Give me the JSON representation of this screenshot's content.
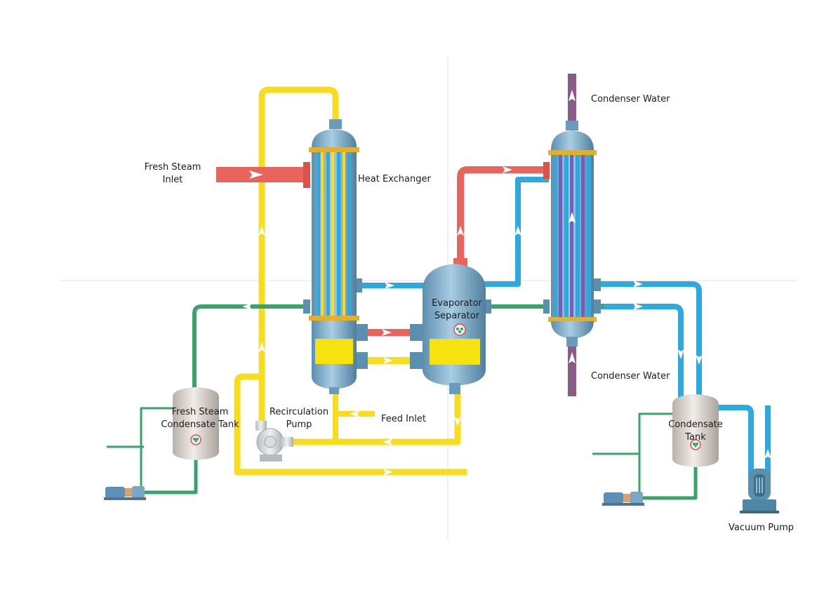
{
  "colors": {
    "steam": "#e8645c",
    "liquor": "#f7dc22",
    "water": "#2ea9df",
    "condensate": "#3aa36b",
    "cooling_inlet": "#8c5a86",
    "vessel": "#6fa6c8",
    "flange": "#e0b12e",
    "tank": "#d8d2cc",
    "background": "#ffffff"
  },
  "icons": [
    "pump-icon",
    "motor-pump-icon",
    "vacuum-pump-icon",
    "flow-arrow-icon",
    "sight-glass-icon"
  ],
  "labels": {
    "fresh_steam_inlet_1": "Fresh Steam",
    "fresh_steam_inlet_2": "Inlet",
    "heat_exchanger": "Heat Exchanger",
    "condenser_water_top": "Condenser Water",
    "condenser_water_bottom": "Condenser Water",
    "evaporator_1": "Evaporator",
    "evaporator_2": "Separator",
    "fresh_condensate_1": "Fresh Steam",
    "fresh_condensate_2": "Condensate Tank",
    "recirc_1": "Recirculation",
    "recirc_2": "Pump",
    "feed_inlet": "Feed Inlet",
    "condensate_tank_1": "Condensate",
    "condensate_tank_2": "Tank",
    "vacuum_pump": "Vacuum Pump"
  }
}
